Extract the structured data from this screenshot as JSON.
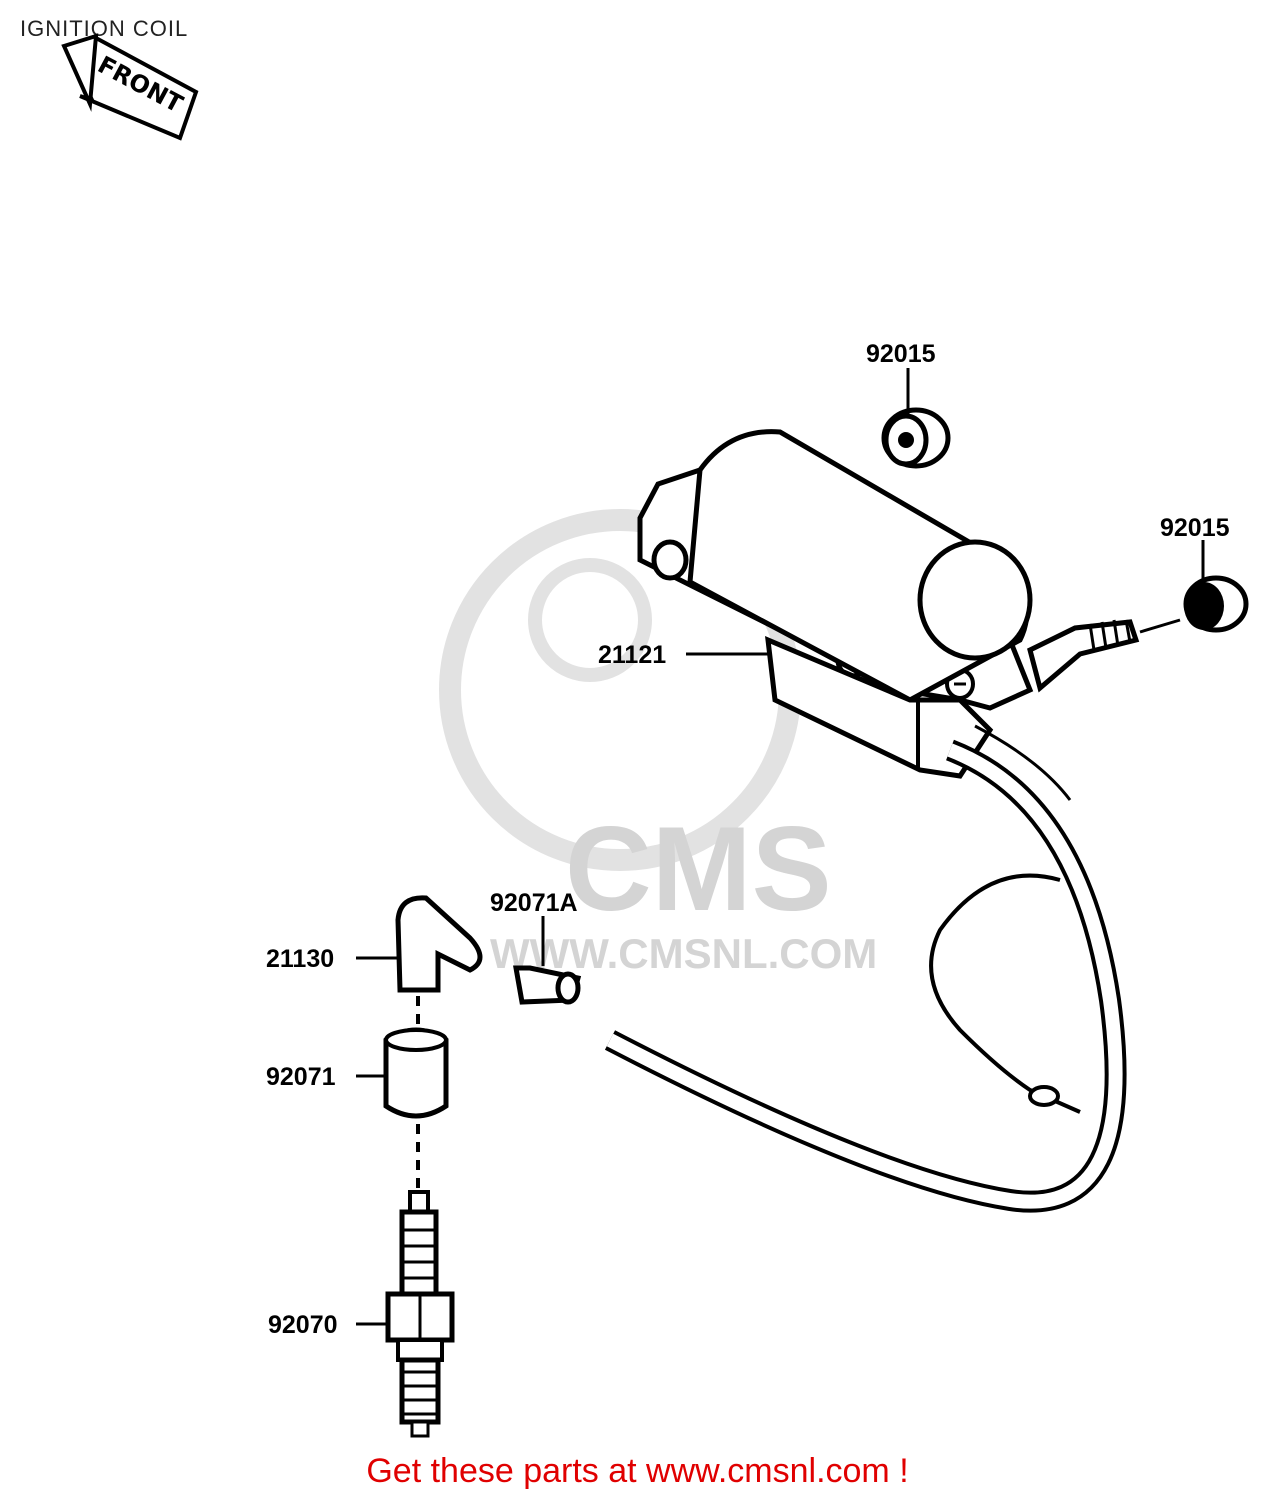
{
  "header": {
    "title": "IGNITION COIL"
  },
  "orientation": {
    "front_label": "FRONT"
  },
  "watermark": {
    "brand": "CMS",
    "url": "WWW.CMSNL.COM"
  },
  "parts": {
    "grommet_top": "92015",
    "grommet_right": "92015",
    "ignition_coil": "21121",
    "plug_cap": "21130",
    "cap_seal": "92071A",
    "plug_boot": "92071",
    "spark_plug": "92070"
  },
  "footer": {
    "link_text": "Get these parts at www.cmsnl.com !"
  },
  "colors": {
    "line": "#000000",
    "watermark": "#d4d4d4",
    "footer_link": "#e00000"
  }
}
